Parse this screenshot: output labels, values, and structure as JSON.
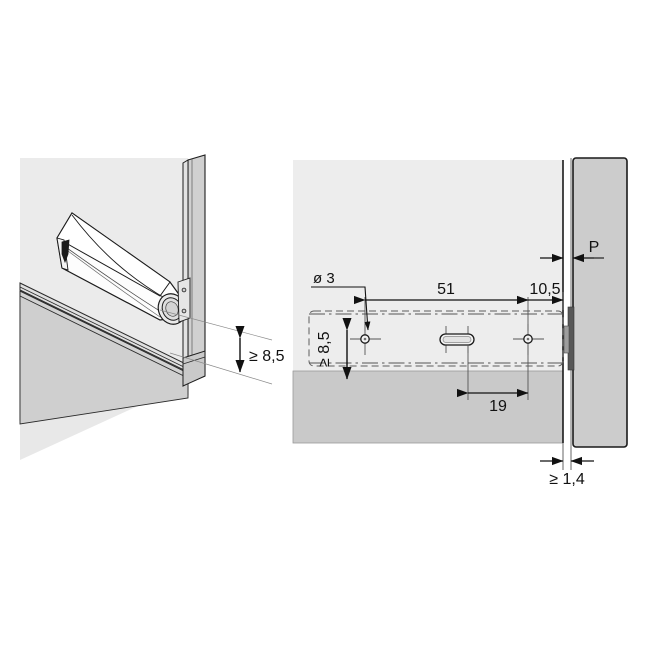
{
  "figure": {
    "kind": "technical-drawing",
    "title_visible": false,
    "views": [
      {
        "id": "isometric-view",
        "name": "cabinet-corner-isometric",
        "position": "left",
        "annotations": [
          {
            "id": "iso-gap",
            "label": "≥ 8,5",
            "kind": "vertical-dimension"
          }
        ],
        "parts": [
          {
            "name": "cabinet-side-panel",
            "kind": "panel"
          },
          {
            "name": "cabinet-bottom-shelf",
            "kind": "panel"
          },
          {
            "name": "door-panel",
            "kind": "panel"
          },
          {
            "name": "hinge-arm",
            "kind": "hardware"
          },
          {
            "name": "hinge-cylinder-end",
            "kind": "hardware"
          }
        ]
      },
      {
        "id": "plan-section-view",
        "name": "hinge-plate-plan-section",
        "position": "right",
        "annotations": [
          {
            "id": "dim-dia3",
            "label": "ø 3",
            "kind": "leader-note"
          },
          {
            "id": "dim-51",
            "label": "51",
            "kind": "horizontal-dimension"
          },
          {
            "id": "dim-105",
            "label": "10,5",
            "kind": "horizontal-dimension"
          },
          {
            "id": "dim-19",
            "label": "19",
            "kind": "horizontal-dimension"
          },
          {
            "id": "dim-85",
            "label": "≥ 8,5",
            "kind": "vertical-dimension-rotated"
          },
          {
            "id": "dim-p",
            "label": "P",
            "kind": "leader-note"
          },
          {
            "id": "dim-14",
            "label": "≥ 1,4",
            "kind": "horizontal-dimension"
          }
        ],
        "parts": [
          {
            "name": "cabinet-side-panel",
            "kind": "panel"
          },
          {
            "name": "cabinet-bottom-shelf",
            "kind": "panel"
          },
          {
            "name": "door-panel",
            "kind": "panel"
          },
          {
            "name": "mounting-plate-outline",
            "kind": "hidden-outline"
          },
          {
            "name": "screw-hole-left",
            "kind": "hole"
          },
          {
            "name": "adjustment-slot",
            "kind": "slot"
          },
          {
            "name": "screw-hole-right",
            "kind": "hole"
          },
          {
            "name": "hinge-cup-plate",
            "kind": "hardware"
          }
        ]
      }
    ],
    "labels": {
      "iso_gap": "≥ 8,5",
      "dia3": "ø 3",
      "d51": "51",
      "d105": "10,5",
      "d19": "19",
      "d85": "≥ 8,5",
      "dp": "P",
      "d14": "≥ 1,4"
    },
    "colors": {
      "background": "#ffffff",
      "panel_light": "#eeeeee",
      "panel_mid": "#d5d5d5",
      "panel_dark": "#c8c8c8",
      "panel_door": "#cccccc",
      "hardware_dark": "#575757",
      "line": "#1a1a1a",
      "line_thin": "#555555",
      "text": "#111111"
    }
  }
}
